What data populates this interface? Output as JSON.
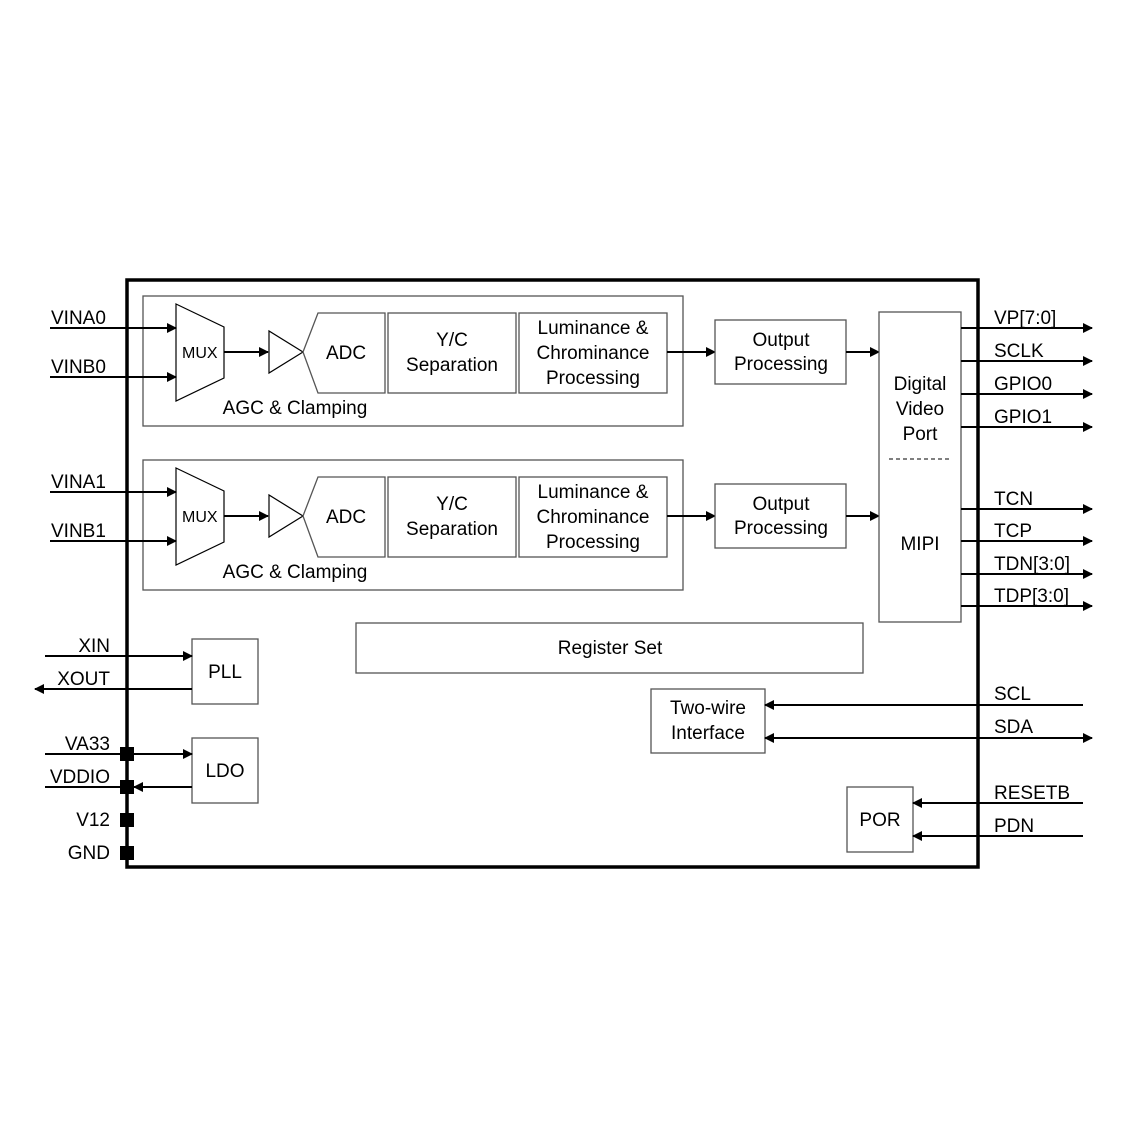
{
  "diagram": {
    "channels": [
      {
        "inputs": [
          "VINA0",
          "VINB0"
        ],
        "mux_label": "MUX",
        "adc_label": "ADC",
        "agc_label": "AGC & Clamping",
        "yc_label": [
          "Y/C",
          "Separation"
        ],
        "lum_label": [
          "Luminance &",
          "Chrominance",
          "Processing"
        ],
        "output_label": [
          "Output",
          "Processing"
        ]
      },
      {
        "inputs": [
          "VINA1",
          "VINB1"
        ],
        "mux_label": "MUX",
        "adc_label": "ADC",
        "agc_label": "AGC & Clamping",
        "yc_label": [
          "Y/C",
          "Separation"
        ],
        "lum_label": [
          "Luminance &",
          "Chrominance",
          "Processing"
        ],
        "output_label": [
          "Output",
          "Processing"
        ]
      }
    ],
    "dvp_label": [
      "Digital",
      "Video",
      "Port"
    ],
    "mipi_label": "MIPI",
    "register_set_label": "Register Set",
    "pll": {
      "label": "PLL",
      "pins": [
        "XIN",
        "XOUT"
      ]
    },
    "ldo": {
      "label": "LDO",
      "pins": [
        "VA33",
        "VDDIO"
      ]
    },
    "power_pins": [
      "V12",
      "GND"
    ],
    "two_wire": {
      "label": [
        "Two-wire",
        "Interface"
      ],
      "pins": [
        "SCL",
        "SDA"
      ]
    },
    "por": {
      "label": "POR",
      "pins": [
        "RESETB",
        "PDN"
      ]
    },
    "dvp_outputs": [
      "VP[7:0]",
      "SCLK",
      "GPIO0",
      "GPIO1"
    ],
    "mipi_outputs": [
      "TCN",
      "TCP",
      "TDN[3:0]",
      "TDP[3:0]"
    ]
  }
}
